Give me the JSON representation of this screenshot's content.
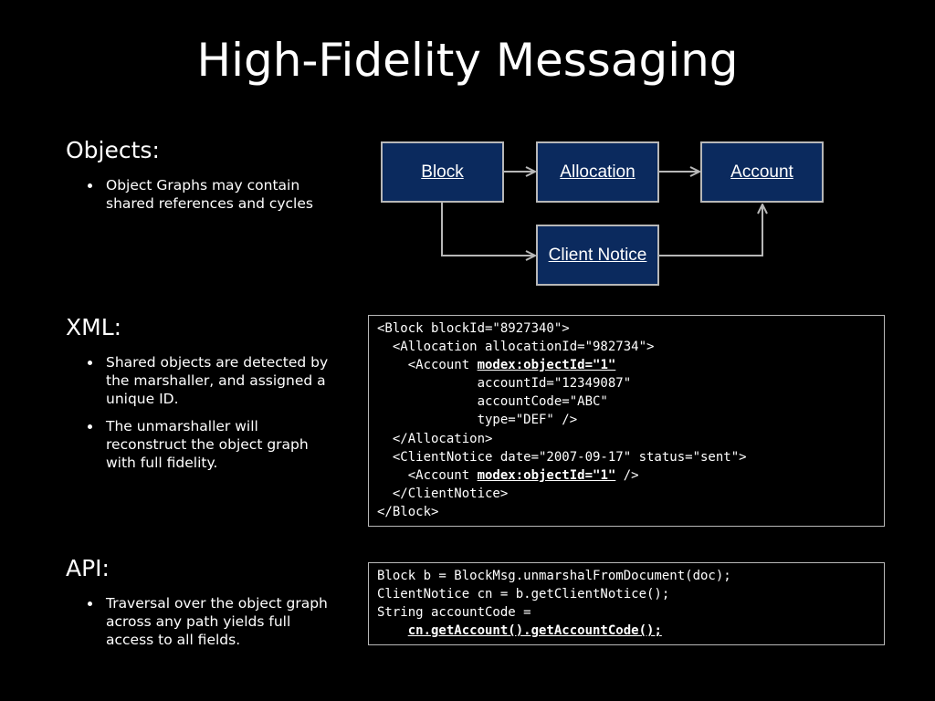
{
  "slide": {
    "title": "High-Fidelity Messaging"
  },
  "objects": {
    "heading": "Objects:",
    "bullets": [
      "Object Graphs may contain shared references and cycles"
    ]
  },
  "diagram": {
    "nodes": {
      "block": "Block",
      "allocation": "Allocation",
      "account": "Account",
      "client_notice": "Client Notice"
    },
    "edges": [
      {
        "from": "Block",
        "to": "Allocation"
      },
      {
        "from": "Allocation",
        "to": "Account"
      },
      {
        "from": "Block",
        "to": "Client Notice"
      },
      {
        "from": "Client Notice",
        "to": "Account"
      }
    ],
    "colors": {
      "node_fill": "#0b2a5e",
      "node_border": "#b8b8b8",
      "arrow": "#b8b8b8"
    }
  },
  "xml": {
    "heading": "XML:",
    "bullets": [
      "Shared objects are detected by the marshaller, and assigned a unique ID.",
      "The unmarshaller will reconstruct the object graph with full fidelity."
    ],
    "code": {
      "l1": "<Block blockId=\"8927340\">",
      "l2": "  <Allocation allocationId=\"982734\">",
      "l3a": "    <Account ",
      "l3b": "modex:objectId=\"1\"",
      "l4": "             accountId=\"12349087\"",
      "l5": "             accountCode=\"ABC\"",
      "l6": "             type=\"DEF\" />",
      "l7": "  </Allocation>",
      "l8": "  <ClientNotice date=\"2007-09-17\" status=\"sent\">",
      "l9a": "    <Account ",
      "l9b": "modex:objectId=\"1\"",
      "l9c": " />",
      "l10": "  </ClientNotice>",
      "l11": "</Block>"
    }
  },
  "api": {
    "heading": "API:",
    "bullets": [
      "Traversal over the object graph across any path yields full access to all fields."
    ],
    "code": {
      "l1": "Block b = BlockMsg.unmarshalFromDocument(doc);",
      "l2": "ClientNotice cn = b.getClientNotice();",
      "l3": "String accountCode =",
      "l4a": "    ",
      "l4b": "cn.getAccount().getAccountCode();"
    }
  }
}
